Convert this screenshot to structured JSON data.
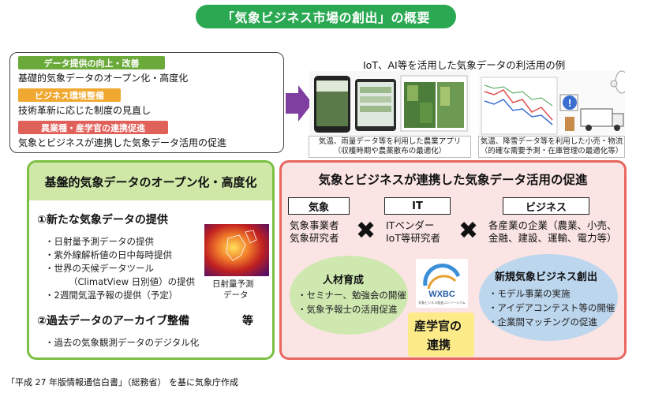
{
  "title": "「気象ビジネス市場の創出」の概要",
  "summary": {
    "items": [
      {
        "tag": "データ提供の向上・改善",
        "tag_color": "#6aaa3a",
        "text": "基礎的気象データのオープン化・高度化"
      },
      {
        "tag": "ビジネス環境整備",
        "tag_color": "#f0a830",
        "text": "技術革新に応じた制度の見直し"
      },
      {
        "tag": "異業種・産学官の連携促進",
        "tag_color": "#e0605a",
        "text": "気象とビジネスが連携した気象データ活用の促進"
      }
    ]
  },
  "example": {
    "title": "IoT、AI等を活用した気象データの利活用の例",
    "caption_left": [
      "気温、雨量データ等を利用した農業アプリ",
      "（収穫時期や農薬散布の最適化）"
    ],
    "caption_right": [
      "気温、降雪データ等を利用した小売・物流",
      "（的確な需要予測・在庫管理の最適化等）"
    ]
  },
  "panel_left": {
    "heading": "基盤的気象データのオープン化・高度化",
    "section1": "①新たな気象データの提供",
    "bullets": [
      "・日射量予測データの提供",
      "・紫外線解析値の日中毎時提供",
      "・世界の天候データツール",
      "（ClimatView 日別値）の提供",
      "・2週間気温予報の提供（予定）"
    ],
    "map_caption": [
      "日射量予測",
      "データ"
    ],
    "section2": "②過去データのアーカイブ整備",
    "section2_suffix": "等",
    "bullets2": [
      "・過去の気象観測データのデジタル化"
    ]
  },
  "panel_right": {
    "heading": "気象とビジネスが連携した気象データ活用の促進",
    "categories": [
      {
        "label": "気象",
        "lines": [
          "気象事業者",
          "気象研究者"
        ]
      },
      {
        "label": "IT",
        "lines": [
          "ITベンダー",
          "IoT等研究者"
        ]
      },
      {
        "label": "ビジネス",
        "lines": [
          "各産業の企業（農業、小売、",
          "金融、建設、運輸、電力等）"
        ]
      }
    ],
    "cross": "✖",
    "jinzai": {
      "title": "人材育成",
      "items": [
        "・セミナー、勉強会の開催",
        "・気象予報士の活用促進"
      ]
    },
    "logo_text": "WXBC",
    "logo_sub": "気象ビジネス推進コンソーシアム",
    "sangakukan": [
      "産学官の",
      "連携"
    ],
    "shinki": {
      "title": "新規気象ビジネス創出",
      "items": [
        "・モデル事業の実施",
        "・アイデアコンテスト等の開催",
        "・企業間マッチングの促進"
      ]
    }
  },
  "footer": "「平成 27 年版情報通信白書」（総務省） を基に気象庁作成",
  "colors": {
    "title_green": "#2aa852",
    "panel_green": "#7bc043",
    "panel_pink": "#e8665f",
    "ellipse_green": "#cfe8b0",
    "ellipse_blue": "#bcd6ee",
    "sangakukan_yellow": "#fdeb8a"
  }
}
